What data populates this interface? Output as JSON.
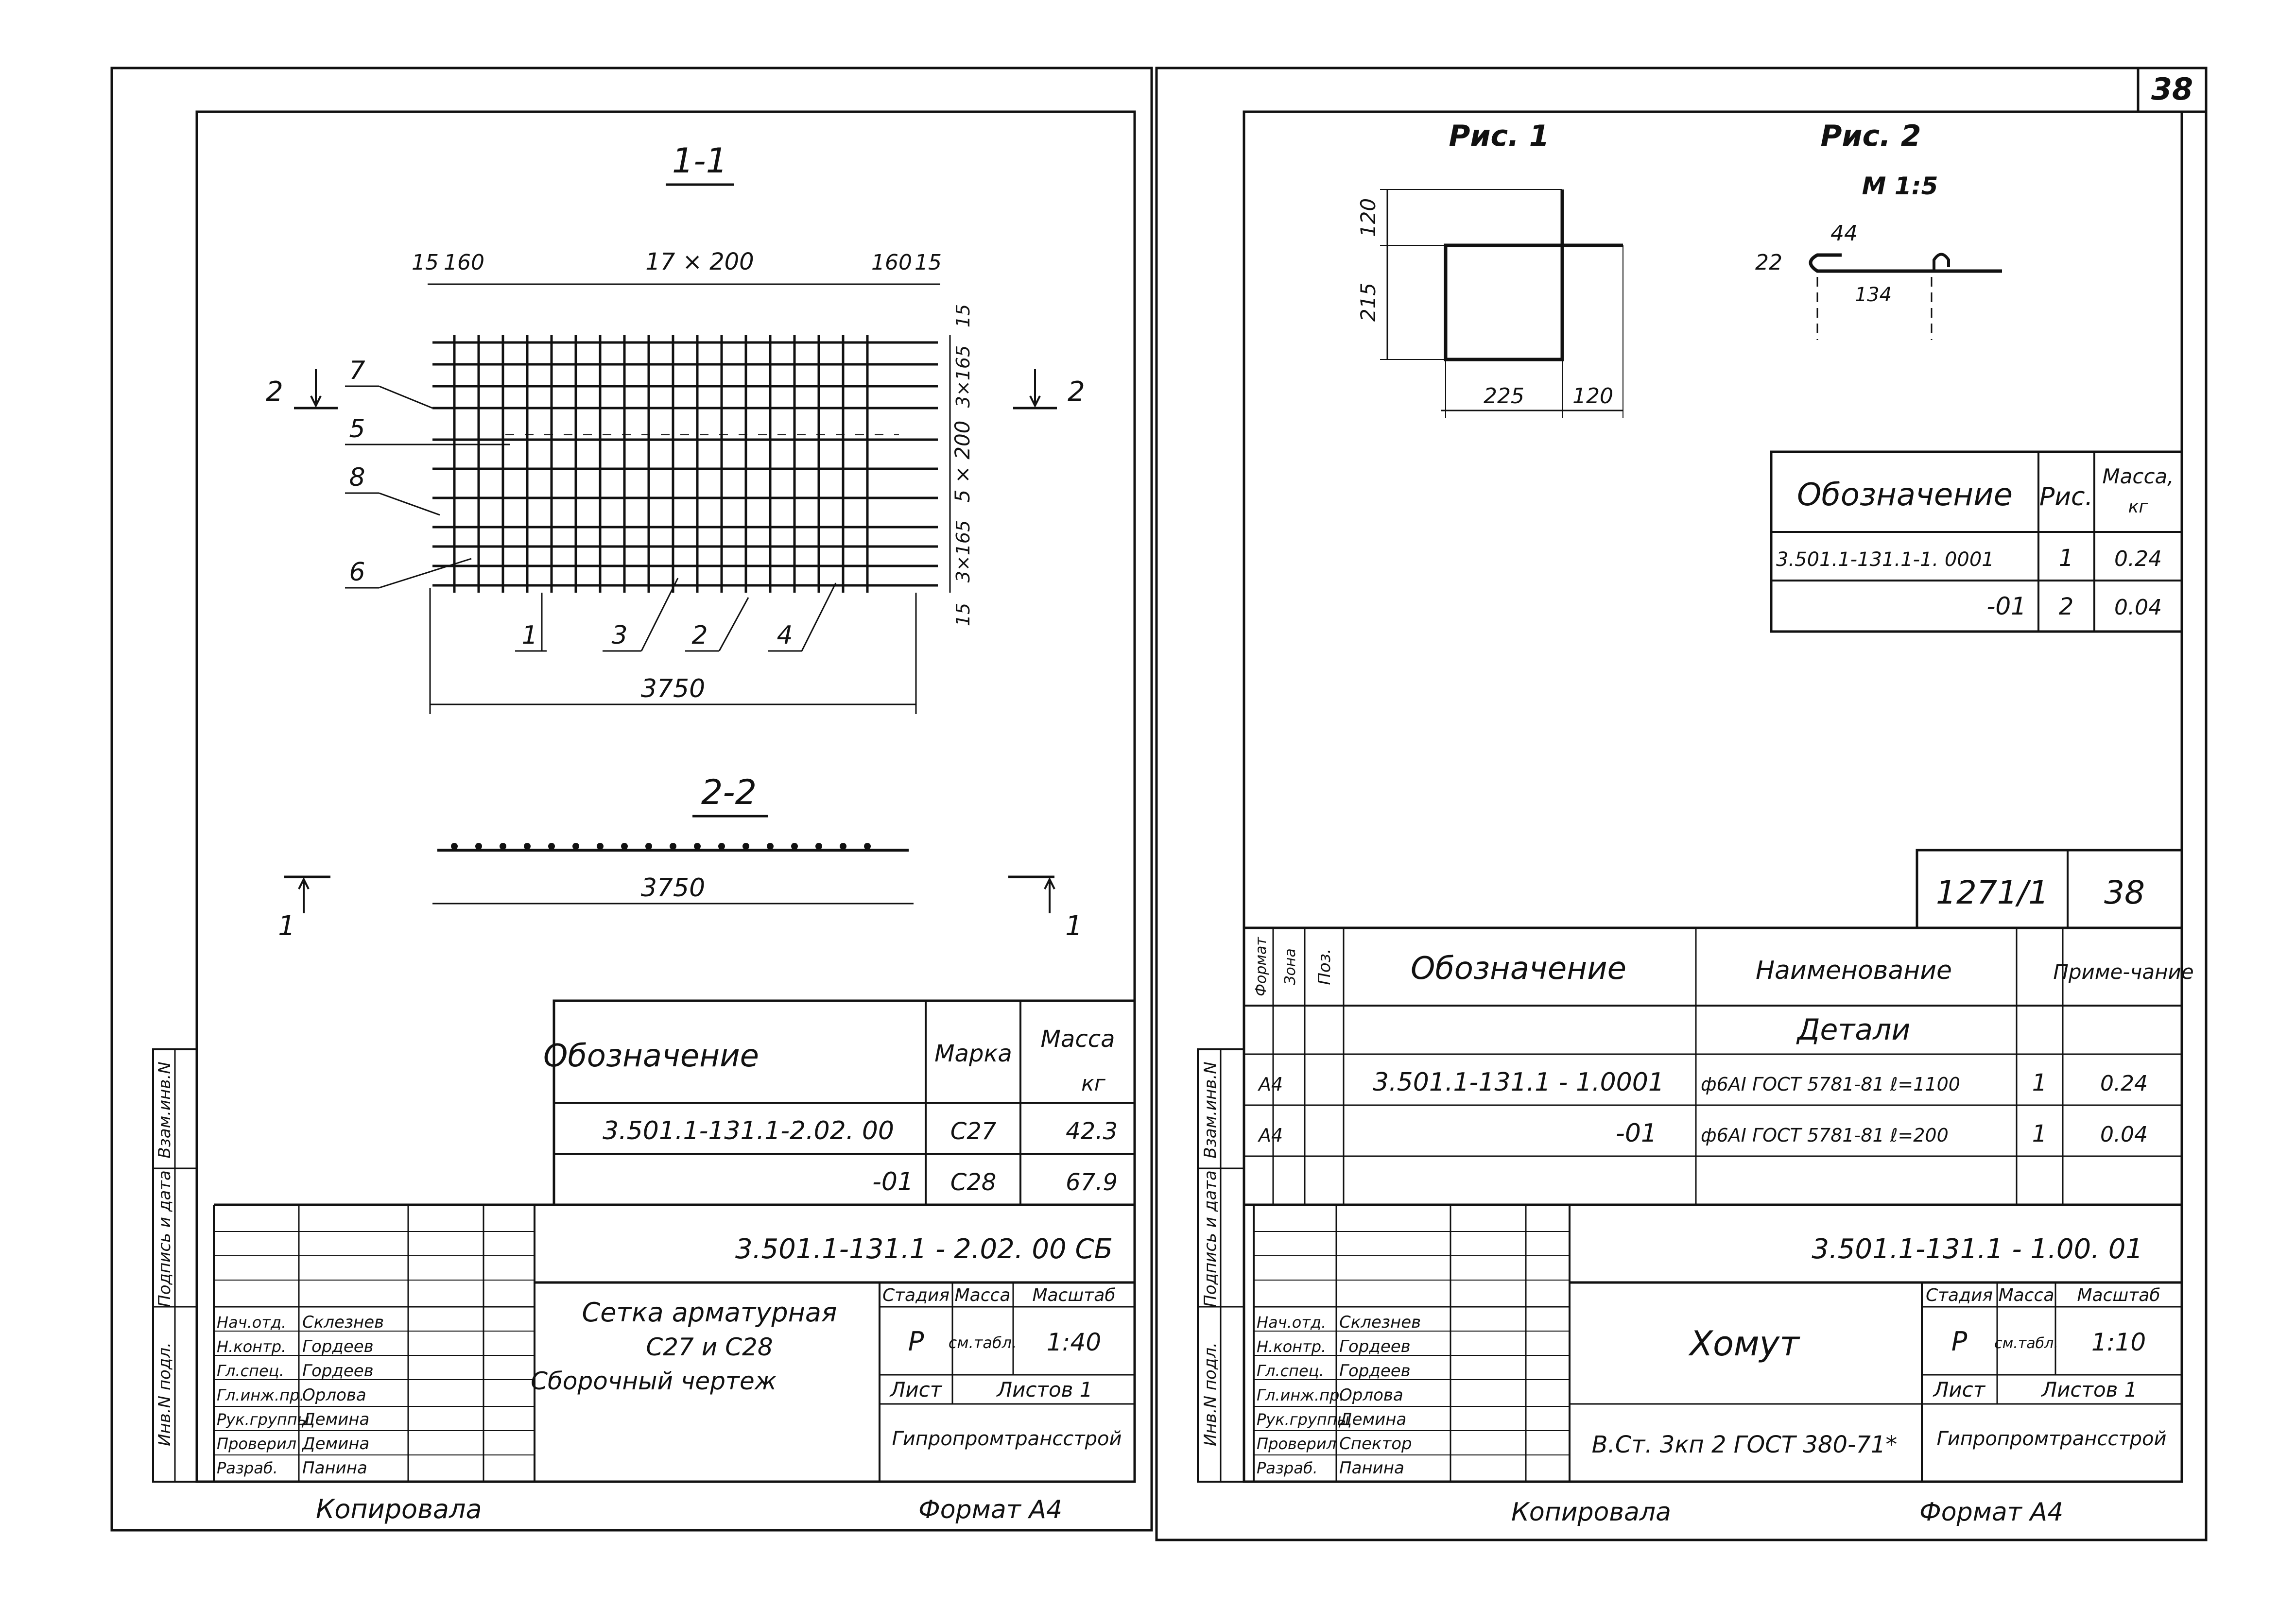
{
  "page_number": "38",
  "left_sheet": {
    "section_1_1": "1-1",
    "section_2_2": "2-2",
    "dims_top": [
      "15",
      "160",
      "17 × 200",
      "160",
      "15"
    ],
    "dims_right": [
      "15",
      "3×165",
      "5 × 200",
      "3×165",
      "15"
    ],
    "overall_length": "3750",
    "section_length": "3750",
    "callouts": [
      "7",
      "5",
      "8",
      "6",
      "1",
      "3",
      "2",
      "4"
    ],
    "cut_marks": [
      "2",
      "2",
      "1",
      "1"
    ],
    "spec_table": {
      "headers": [
        "Обозначение",
        "Марка",
        "Масса",
        "кг"
      ],
      "rows": [
        [
          "3.501.1-131.1-2.02. 00",
          "С27",
          "42.3"
        ],
        [
          "-01",
          "С28",
          "67.9"
        ]
      ]
    },
    "title_block": {
      "doc_code": "3.501.1-131.1 - 2.02. 00 СБ",
      "title_lines": [
        "Сетка арматурная",
        "С27 и С28",
        "Сборочный чертеж"
      ],
      "stage_headers": [
        "Стадия",
        "Масса",
        "Масштаб"
      ],
      "stage": "Р",
      "mass": "см.табл.",
      "scale": "1:40",
      "sheet_label": "Лист",
      "sheets_label": "Листов 1",
      "organization": "Гипропромтрансстрой",
      "roles": [
        "Нач.отд.",
        "Н.контр.",
        "Гл.спец.",
        "Гл.инж.пр.",
        "Рук.группы",
        "Проверил",
        "Разраб."
      ],
      "names": [
        "Склезнев",
        "Гордеев",
        "Гордеев",
        "Орлова",
        "Демина",
        "Демина",
        "Панина"
      ]
    },
    "side_labels": [
      "Взам.инв.N",
      "Подпись и дата",
      "Инв.N подл."
    ],
    "copied_by": "Копировала",
    "format": "Формат А4"
  },
  "right_sheet": {
    "fig1_title": "Рис. 1",
    "fig2_title": "Рис. 2",
    "fig2_scale": "М 1:5",
    "fig1_dims": [
      "120",
      "215",
      "225",
      "120"
    ],
    "fig2_dims": [
      "22",
      "44",
      "134"
    ],
    "fig_table": {
      "headers": [
        "Обозначение",
        "Рис.",
        "Масса,",
        "кг"
      ],
      "rows": [
        [
          "3.501.1-131.1-1. 0001",
          "1",
          "0.24"
        ],
        [
          "-01",
          "2",
          "0.04"
        ]
      ]
    },
    "doc_number": "1271/1",
    "sheet_no": "38",
    "spec": {
      "headers": [
        "Формат",
        "Зона",
        "Поз.",
        "Обозначение",
        "Наименование",
        "",
        "Приме-чание"
      ],
      "section": "Детали",
      "rows": [
        [
          "А4",
          "",
          "",
          "3.501.1-131.1 - 1.0001",
          "ф6АI ГОСТ 5781-81 ℓ=1100",
          "1",
          "0.24"
        ],
        [
          "А4",
          "",
          "",
          "-01",
          "ф6АI ГОСТ 5781-81 ℓ=200",
          "1",
          "0.04"
        ]
      ]
    },
    "title_block": {
      "doc_code": "3.501.1-131.1 - 1.00. 01",
      "title": "Хомут",
      "material": "В.Ст. 3кп 2 ГОСТ 380-71*",
      "stage_headers": [
        "Стадия",
        "Масса",
        "Масштаб"
      ],
      "stage": "Р",
      "mass": "см.табл.",
      "scale": "1:10",
      "sheet_label": "Лист",
      "sheets_label": "Листов 1",
      "organization": "Гипропромтрансстрой",
      "roles": [
        "Нач.отд.",
        "Н.контр.",
        "Гл.спец.",
        "Гл.инж.пр.",
        "Рук.группы",
        "Проверил",
        "Разраб."
      ],
      "names": [
        "Склезнев",
        "Гордеев",
        "Гордеев",
        "Орлова",
        "Демина",
        "Спектор",
        "Панина"
      ]
    },
    "side_labels": [
      "Взам.инв.N",
      "Подпись и дата",
      "Инв.N подл."
    ],
    "copied_by": "Копировала",
    "format": "Формат А4"
  }
}
